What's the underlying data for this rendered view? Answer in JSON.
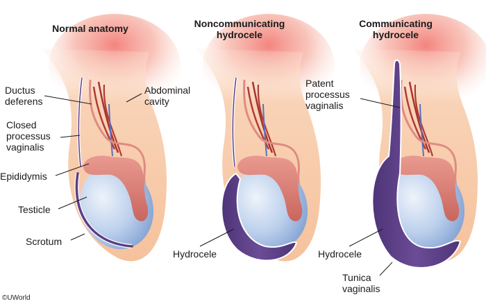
{
  "panels": [
    {
      "title": "Normal anatomy",
      "labels": {
        "ductus_deferens": "Ductus\ndeferens",
        "abdominal_cavity": "Abdominal\ncavity",
        "closed_processus_vaginalis": "Closed\nprocessus\nvaginalis",
        "epididymis": "Epididymis",
        "testicle": "Testicle",
        "scrotum": "Scrotum"
      }
    },
    {
      "title": "Noncommunicating\nhydrocele",
      "labels": {
        "hydrocele": "Hydrocele"
      }
    },
    {
      "title": "Communicating\nhydrocele",
      "labels": {
        "patent_processus_vaginalis": "Patent\nprocessus\nvaginalis",
        "hydrocele": "Hydrocele",
        "tunica_vaginalis": "Tunica\nvaginalis"
      }
    }
  ],
  "copyright": "©UWorld",
  "colors": {
    "skin": "#f6c8a4",
    "abdomen_red": "#f3867f",
    "hydrocele_purple": "#5b3f86",
    "testicle_blue": "#a9c3e6",
    "epididymis": "#d97a72",
    "vessel_red": "#b03a35",
    "vessel_blue": "#5a6fc0"
  }
}
